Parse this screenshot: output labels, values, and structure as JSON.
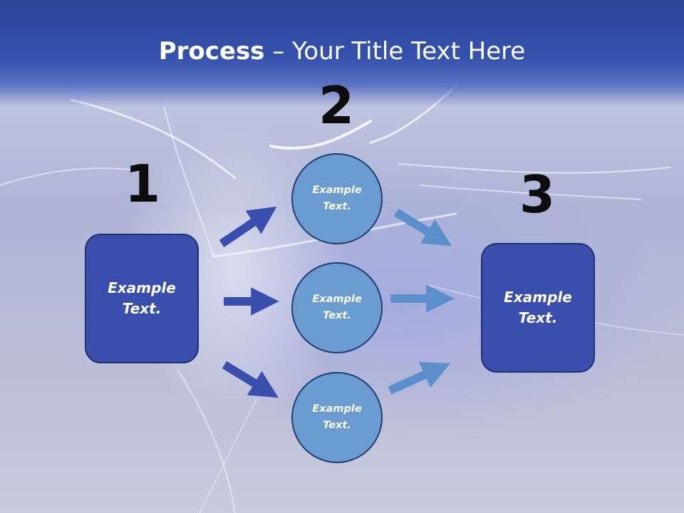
{
  "slide": {
    "title_bold": "Process",
    "title_rest": " – Your Title Text Here"
  },
  "steps": {
    "step1_number": "1",
    "step2_number": "2",
    "step3_number": "3"
  },
  "nodes": {
    "left_box": [
      "Example",
      "Text."
    ],
    "circle_top": [
      "Example",
      "Text."
    ],
    "circle_middle": [
      "Example",
      "Text."
    ],
    "circle_bottom": [
      "Example",
      "Text."
    ],
    "right_box": [
      "Example",
      "Text."
    ]
  },
  "colors": {
    "header": "#3552ae",
    "box_fill": "#3a4fad",
    "circle_fill": "#6a9bd1",
    "arrow_dark": "#3a4fad",
    "arrow_light": "#5b8fcb"
  }
}
